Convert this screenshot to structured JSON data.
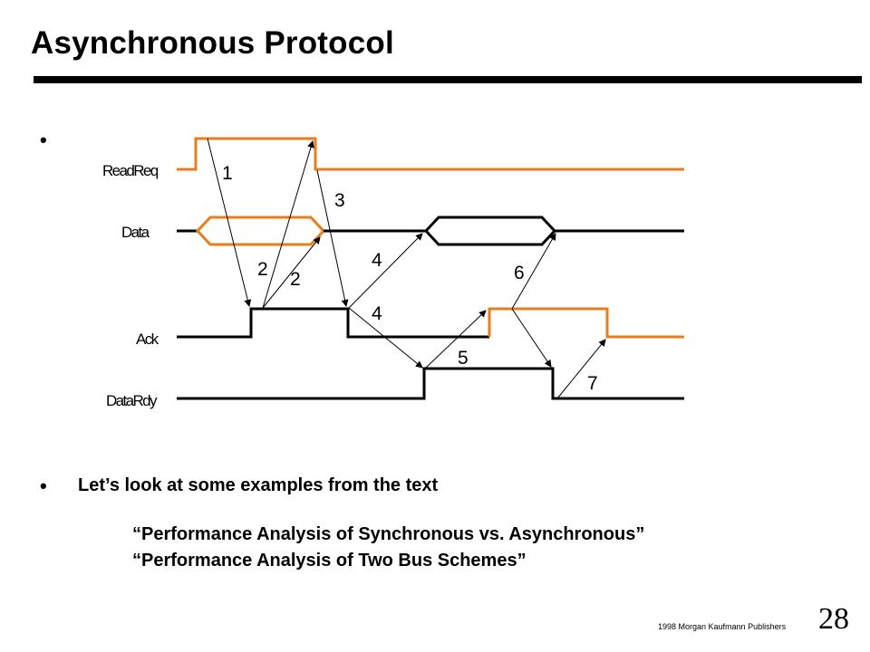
{
  "slide": {
    "title": "Asynchronous Protocol",
    "bullets": [
      {
        "marker": "•",
        "text": ""
      },
      {
        "marker": "•",
        "text": "Let’s look at some examples from the text"
      }
    ],
    "sub_lines": [
      "“Performance Analysis of Synchronous vs. Asynchronous”",
      "“Performance Analysis of Two Bus Schemes”"
    ]
  },
  "diagram": {
    "signals": [
      "ReadReq",
      "Data",
      "Ack",
      "DataRdy"
    ],
    "step_labels": [
      "1",
      "2",
      "2",
      "3",
      "4",
      "4",
      "5",
      "6",
      "7"
    ],
    "colors": {
      "highlight": "#E87D1E",
      "line": "#000000"
    }
  },
  "footer": {
    "copyright_symbol": "",
    "copyright_text": "1998  Morgan Kaufmann Publishers",
    "page_number": "28"
  }
}
